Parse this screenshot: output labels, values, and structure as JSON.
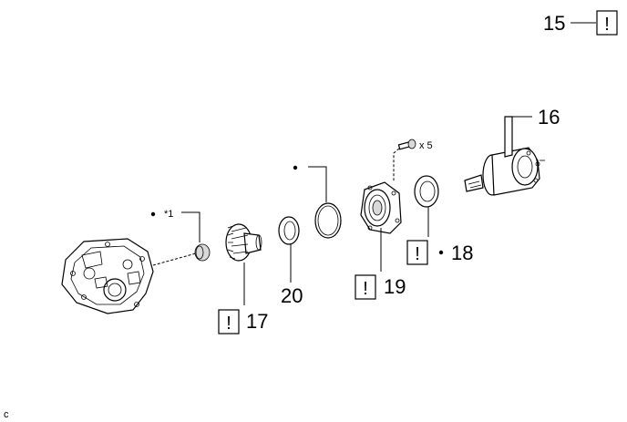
{
  "labels": {
    "l15": "15",
    "l16": "16",
    "l17": "17",
    "l18": "18",
    "l19": "19",
    "l20": "20",
    "star1": "*1",
    "bolt_qty": "x 5",
    "corner": "c"
  },
  "warn_symbol": "!"
}
